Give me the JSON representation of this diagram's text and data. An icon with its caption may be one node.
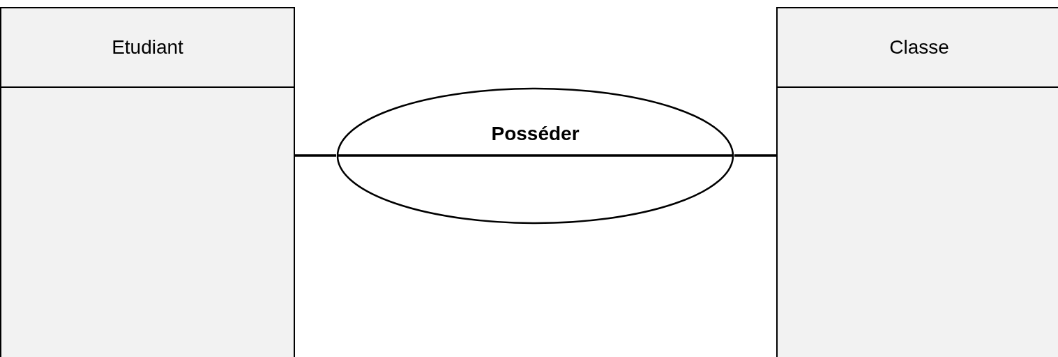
{
  "diagram": {
    "nodes": [
      {
        "text": [
          "Etudiant"
        ]
      },
      {
        "text": [
          "Posséder"
        ]
      },
      {
        "text": [
          "Classe"
        ]
      }
    ],
    "edges": [
      {
        "from": 0,
        "to": 1,
        "arrow": "none"
      },
      {
        "from": 1,
        "to": 2,
        "arrow": "none"
      }
    ]
  }
}
